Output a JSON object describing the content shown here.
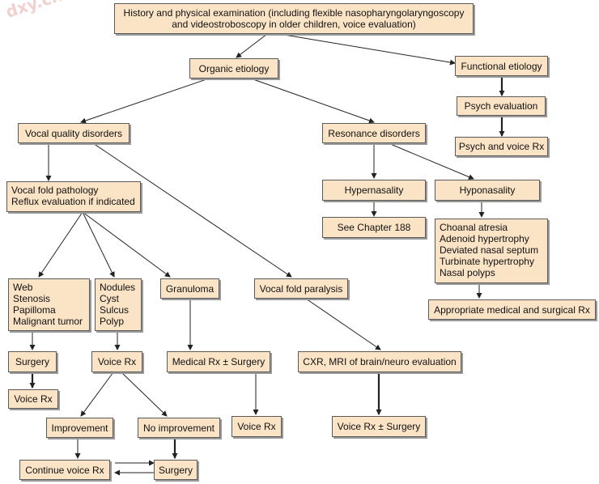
{
  "watermark": "dxy.cn",
  "nodes": {
    "history": [
      "History and physical examination (including flexible nasopharyngolaryngoscopy",
      "and videostroboscopy in older children, voice evaluation)"
    ],
    "organic": "Organic etiology",
    "functional": "Functional etiology",
    "psych_eval": "Psych evaluation",
    "psych_voice": "Psych and voice Rx",
    "vocal_quality": "Vocal quality disorders",
    "resonance": "Resonance disorders",
    "vf_pathology": [
      "Vocal fold pathology",
      "Reflux evaluation if indicated"
    ],
    "hypernasality": "Hypernasality",
    "hyponasality": "Hyponasality",
    "see_chapter": "See Chapter 188",
    "hypo_causes": [
      "Choanal atresia",
      "Adenoid hypertrophy",
      "Deviated nasal septum",
      "Turbinate hypertrophy",
      "Nasal polyps"
    ],
    "appropriate_rx": "Appropriate medical and surgical Rx",
    "web_group": [
      "Web",
      "Stenosis",
      "Papilloma",
      "Malignant tumor"
    ],
    "nodules_group": [
      "Nodules",
      "Cyst",
      "Sulcus",
      "Polyp"
    ],
    "granuloma": "Granuloma",
    "vf_paralysis": "Vocal fold paralysis",
    "surgery_1": "Surgery",
    "voice_rx_1": "Voice Rx",
    "medical_rx": "Medical Rx ± Surgery",
    "cxr": "CXR, MRI of brain/neuro evaluation",
    "voice_rx_2": "Voice Rx",
    "improvement": "Improvement",
    "no_improvement": "No improvement",
    "voice_rx_3": "Voice Rx",
    "voice_rx_surgery": "Voice Rx ± Surgery",
    "continue_voice": "Continue voice Rx",
    "surgery_2": "Surgery"
  }
}
